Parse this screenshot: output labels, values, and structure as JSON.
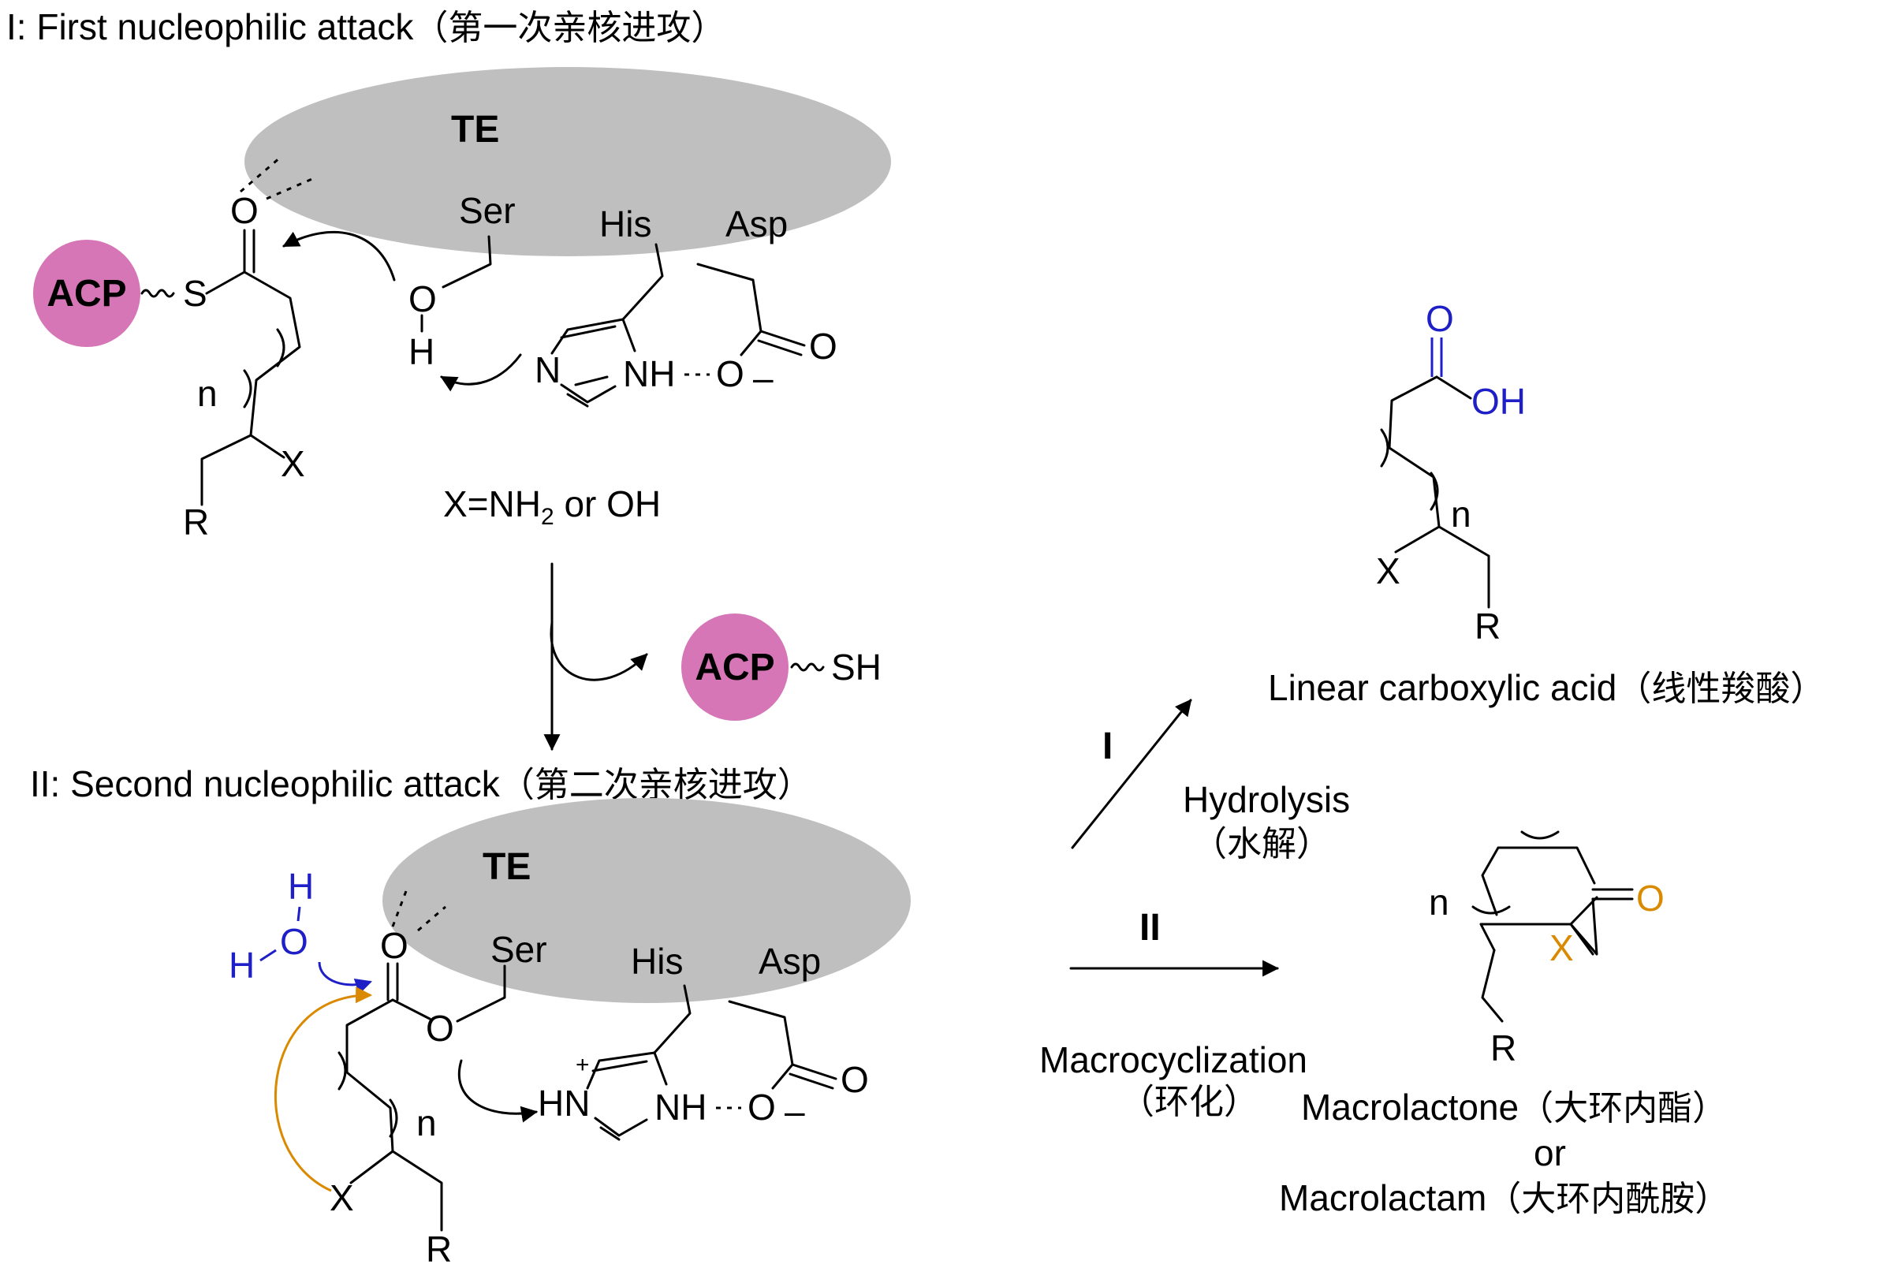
{
  "colors": {
    "enzyme_grey": "#bfbfbf",
    "acp_pink": "#d676b6",
    "blue": "#1f1fc8",
    "orange": "#d98a00"
  },
  "section1": {
    "title": "I: First nucleophilic attack",
    "title_cn": "（第一次亲核进攻）",
    "enzyme": "TE",
    "ser": "Ser",
    "his": "His",
    "asp": "Asp",
    "acp": "ACP",
    "atoms": {
      "O_carbonyl": "O",
      "S": "S",
      "O_ser": "O",
      "H_ser": "H",
      "N": "N",
      "NH": "NH",
      "O_minus": "O",
      "minus": "–",
      "O_acid": "O",
      "n": "n",
      "X": "X",
      "R": "R"
    },
    "condition": "X=NH",
    "condition_sub": "2",
    "condition_tail": " or OH"
  },
  "release": {
    "acp": "ACP",
    "sh": "SH"
  },
  "section2": {
    "title": "II: Second nucleophilic attack",
    "title_cn": "（第二次亲核进攻）",
    "enzyme": "TE",
    "ser": "Ser",
    "his": "His",
    "asp": "Asp",
    "atoms": {
      "H_top": "H",
      "O_water": "O",
      "H_left": "H",
      "O_carbonyl": "O",
      "O_ester": "O",
      "HN": "HN",
      "plus": "+",
      "NH": "NH",
      "O_minus": "O",
      "minus": "–",
      "O_acid": "O",
      "n": "n",
      "X": "X",
      "R": "R"
    }
  },
  "pathways": {
    "route_I": "I",
    "route_II": "II",
    "hydrolysis": "Hydrolysis",
    "hydrolysis_cn": "（水解）",
    "macrocyclization": "Macrocyclization",
    "macrocyclization_cn": "（环化）"
  },
  "product_linear": {
    "atoms": {
      "O": "O",
      "OH": "OH",
      "n": "n",
      "X": "X",
      "R": "R"
    },
    "label": "Linear carboxylic acid",
    "label_cn": "（线性羧酸）"
  },
  "product_macro": {
    "atoms": {
      "n": "n",
      "X": "X",
      "O": "O",
      "R": "R"
    },
    "label1": "Macrolactone",
    "label1_cn": "（大环内酯）",
    "or": "or",
    "label2": "Macrolactam",
    "label2_cn": "（大环内酰胺）"
  }
}
